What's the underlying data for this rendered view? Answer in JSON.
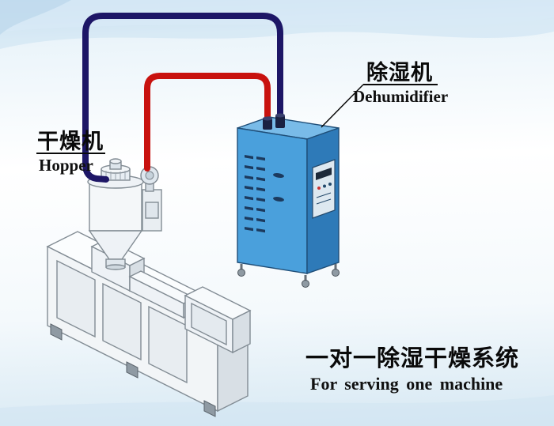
{
  "labels": {
    "hopper_zh": "干燥机",
    "hopper_en": "Hopper",
    "dehumidifier_zh": "除湿机",
    "dehumidifier_en": "Dehumidifier",
    "caption_zh": "一对一除湿干燥系统",
    "caption_en": "For serving one machine"
  },
  "colors": {
    "pipe_red": "#c8120f",
    "pipe_blue": "#1d1666",
    "cabinet_front": "#4aa0dc",
    "cabinet_side": "#2e7ab8",
    "cabinet_top": "#79bbe8",
    "vent_dark": "#1c3a5e",
    "machine_fill": "#f2f5f7"
  }
}
